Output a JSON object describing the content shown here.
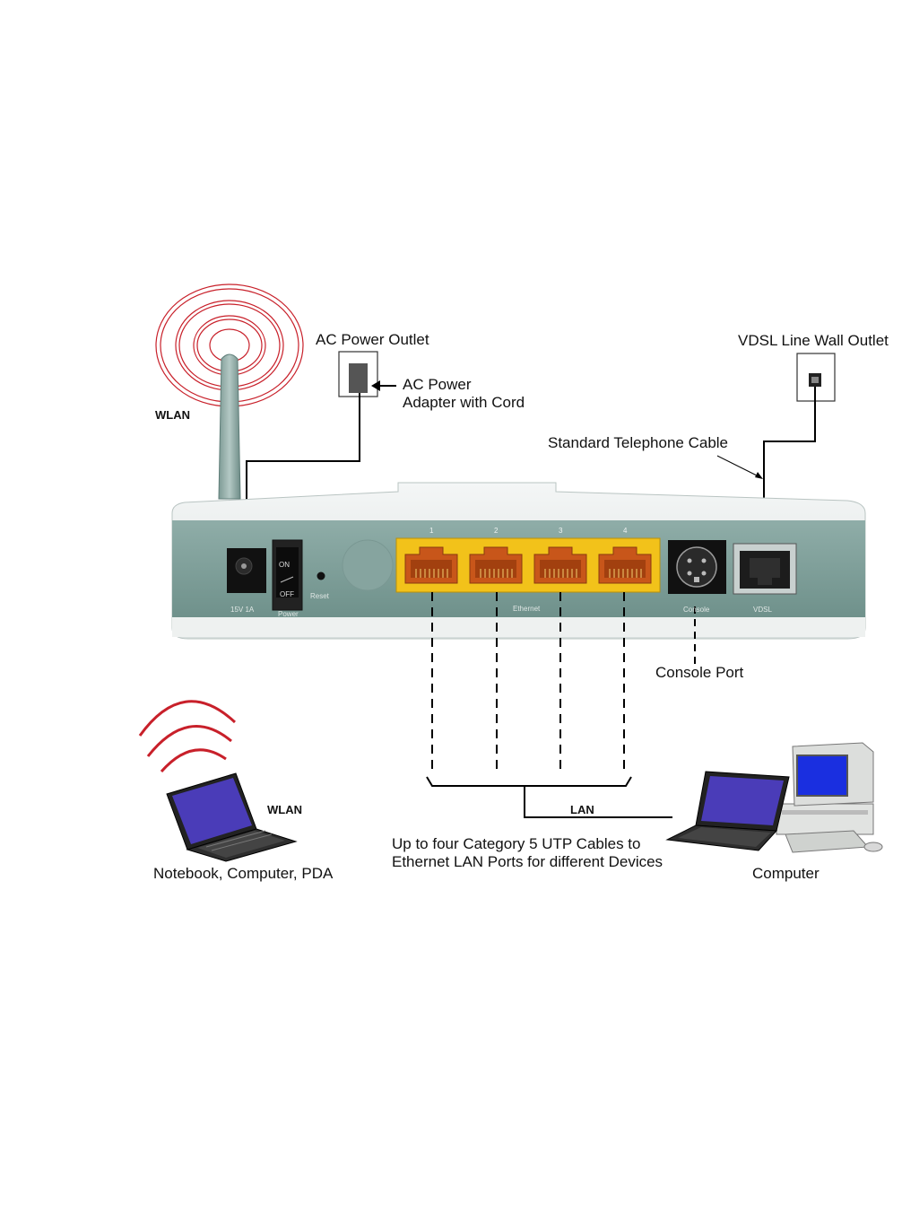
{
  "labels": {
    "ac_power_outlet": "AC Power Outlet",
    "ac_power_adapter_line1": "AC Power",
    "ac_power_adapter_line2": "Adapter with Cord",
    "vdsl_wall_outlet": "VDSL Line Wall Outlet",
    "standard_telephone_cable": "Standard Telephone Cable",
    "wlan_top": "WLAN",
    "console_port": "Console Port",
    "wlan_bottom": "WLAN",
    "lan": "LAN",
    "notebook": "Notebook, Computer, PDA",
    "cables_line1": "Up to four Category 5 UTP Cables to",
    "cables_line2": "Ethernet LAN Ports for different Devices",
    "computer": "Computer"
  },
  "router_labels": {
    "dc_in": "15V 1A",
    "power": "Power",
    "switch_on": "ON",
    "switch_off": "OFF",
    "reset": "Reset",
    "ethernet": "Ethernet",
    "console": "Console",
    "vdsl": "VDSL",
    "port_numbers": [
      "1",
      "2",
      "3",
      "4"
    ]
  },
  "colors": {
    "router_body": "#7f9f9a",
    "router_shell": "#e6ebea",
    "ethernet_ports": "#f2c21a",
    "wlan_waves": "#c8202a",
    "screen": "#1a2fe0"
  }
}
